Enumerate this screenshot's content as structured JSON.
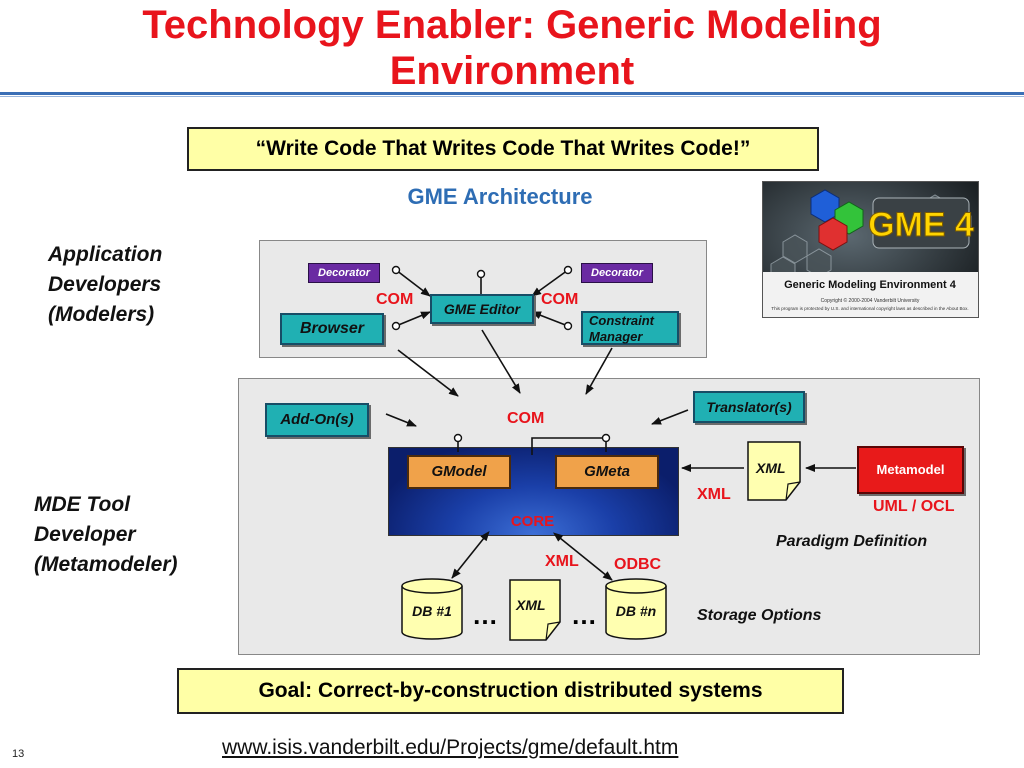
{
  "slide": {
    "title_line1": "Technology Enabler: Generic Modeling",
    "title_line2": "Environment",
    "quote": "“Write Code That Writes Code That Writes Code!”",
    "diagram_title": "GME Architecture",
    "goal": "Goal: Correct-by-construction distributed systems",
    "url": "www.isis.vanderbilt.edu/Projects/gme/default.htm",
    "page_number": "13"
  },
  "roles": {
    "app_dev": [
      "Application",
      "Developers",
      "(Modelers)"
    ],
    "mde_dev": [
      "MDE Tool",
      "Developer",
      "(Metamodeler)"
    ]
  },
  "top_panel": {
    "decorator_left": "Decorator",
    "decorator_right": "Decorator",
    "com_left": "COM",
    "com_right": "COM",
    "gme_editor": "GME Editor",
    "browser": "Browser",
    "constraint_manager": [
      "Constraint",
      "Manager"
    ]
  },
  "bottom_panel": {
    "addons": "Add-On(s)",
    "translators": "Translator(s)",
    "com": "COM",
    "gmodel": "GModel",
    "gmeta": "GMeta",
    "core": "CORE",
    "xml_doc": "XML",
    "xml_label_right": "XML",
    "metamodel": "Metamodel",
    "uml_ocl": "UML / OCL",
    "paradigm_definition": "Paradigm Definition",
    "xml_label_bottom": "XML",
    "odbc": "ODBC",
    "db1": "DB #1",
    "dbn": "DB #n",
    "xml_storage": "XML",
    "ellipsis": "…",
    "storage_options": "Storage Options"
  },
  "logo": {
    "badge": "GME 4",
    "name": "Generic Modeling Environment 4",
    "copyright": "Copyright © 2000-2004 Vanderbilt University",
    "notice": "This program is protected by U.S. and international copyright laws as described in the About Box."
  },
  "colors": {
    "title": "#e8141c",
    "accent_blue": "#2e6db4",
    "teal": "#20b0b3",
    "purple": "#6a2aa2",
    "orange": "#f0a24a",
    "metamodel_red": "#e81a1a",
    "note_yellow": "#ffffa6"
  }
}
